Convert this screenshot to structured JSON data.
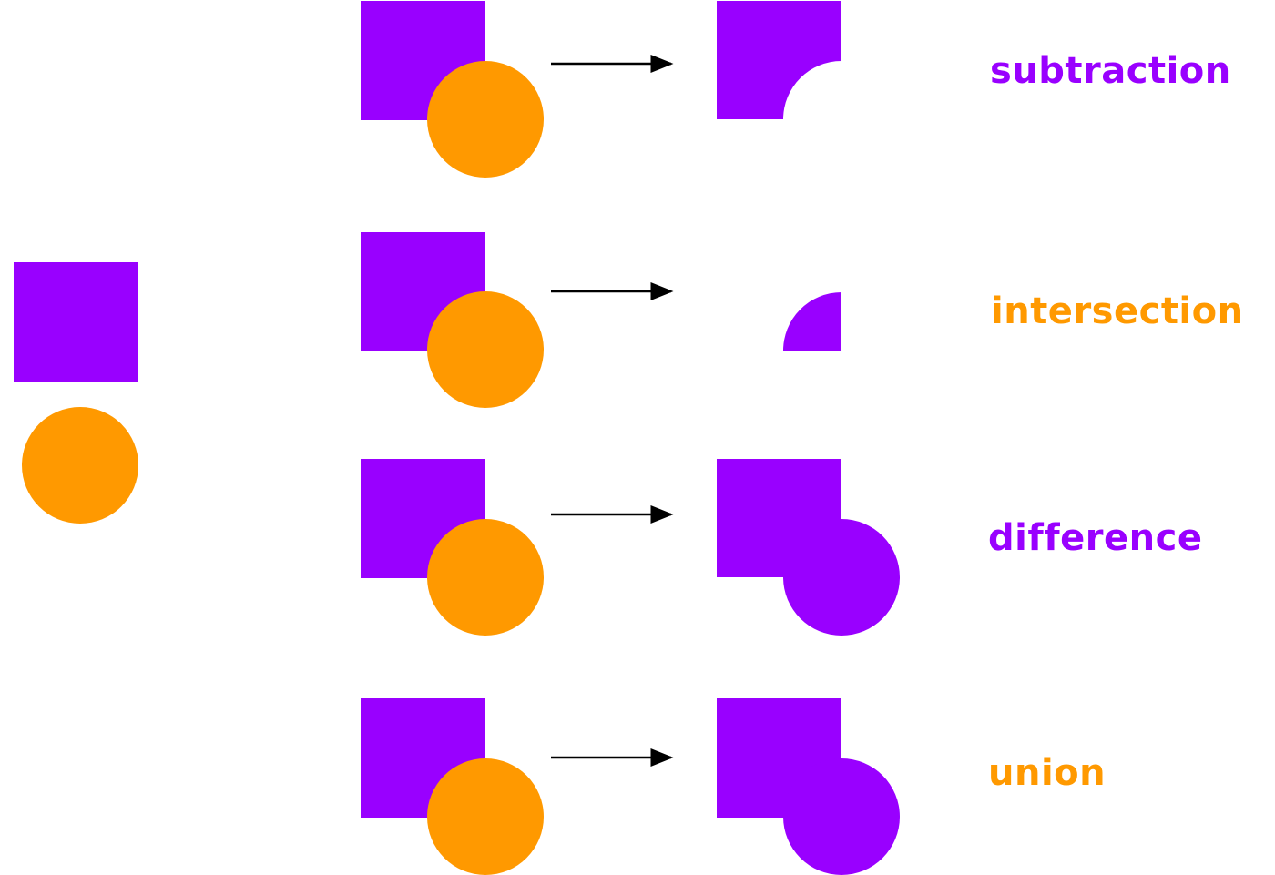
{
  "colors": {
    "square": "#9900ff",
    "circle": "#ff9900",
    "arrow": "#000000",
    "background": "#ffffff"
  },
  "legend": {
    "shapes": [
      "square",
      "circle"
    ]
  },
  "operations": [
    {
      "id": "subtraction",
      "label": "subtraction",
      "label_color": "#9900ff"
    },
    {
      "id": "intersection",
      "label": "intersection",
      "label_color": "#ff9900"
    },
    {
      "id": "difference",
      "label": "difference",
      "label_color": "#9900ff"
    },
    {
      "id": "union",
      "label": "union",
      "label_color": "#ff9900"
    }
  ]
}
